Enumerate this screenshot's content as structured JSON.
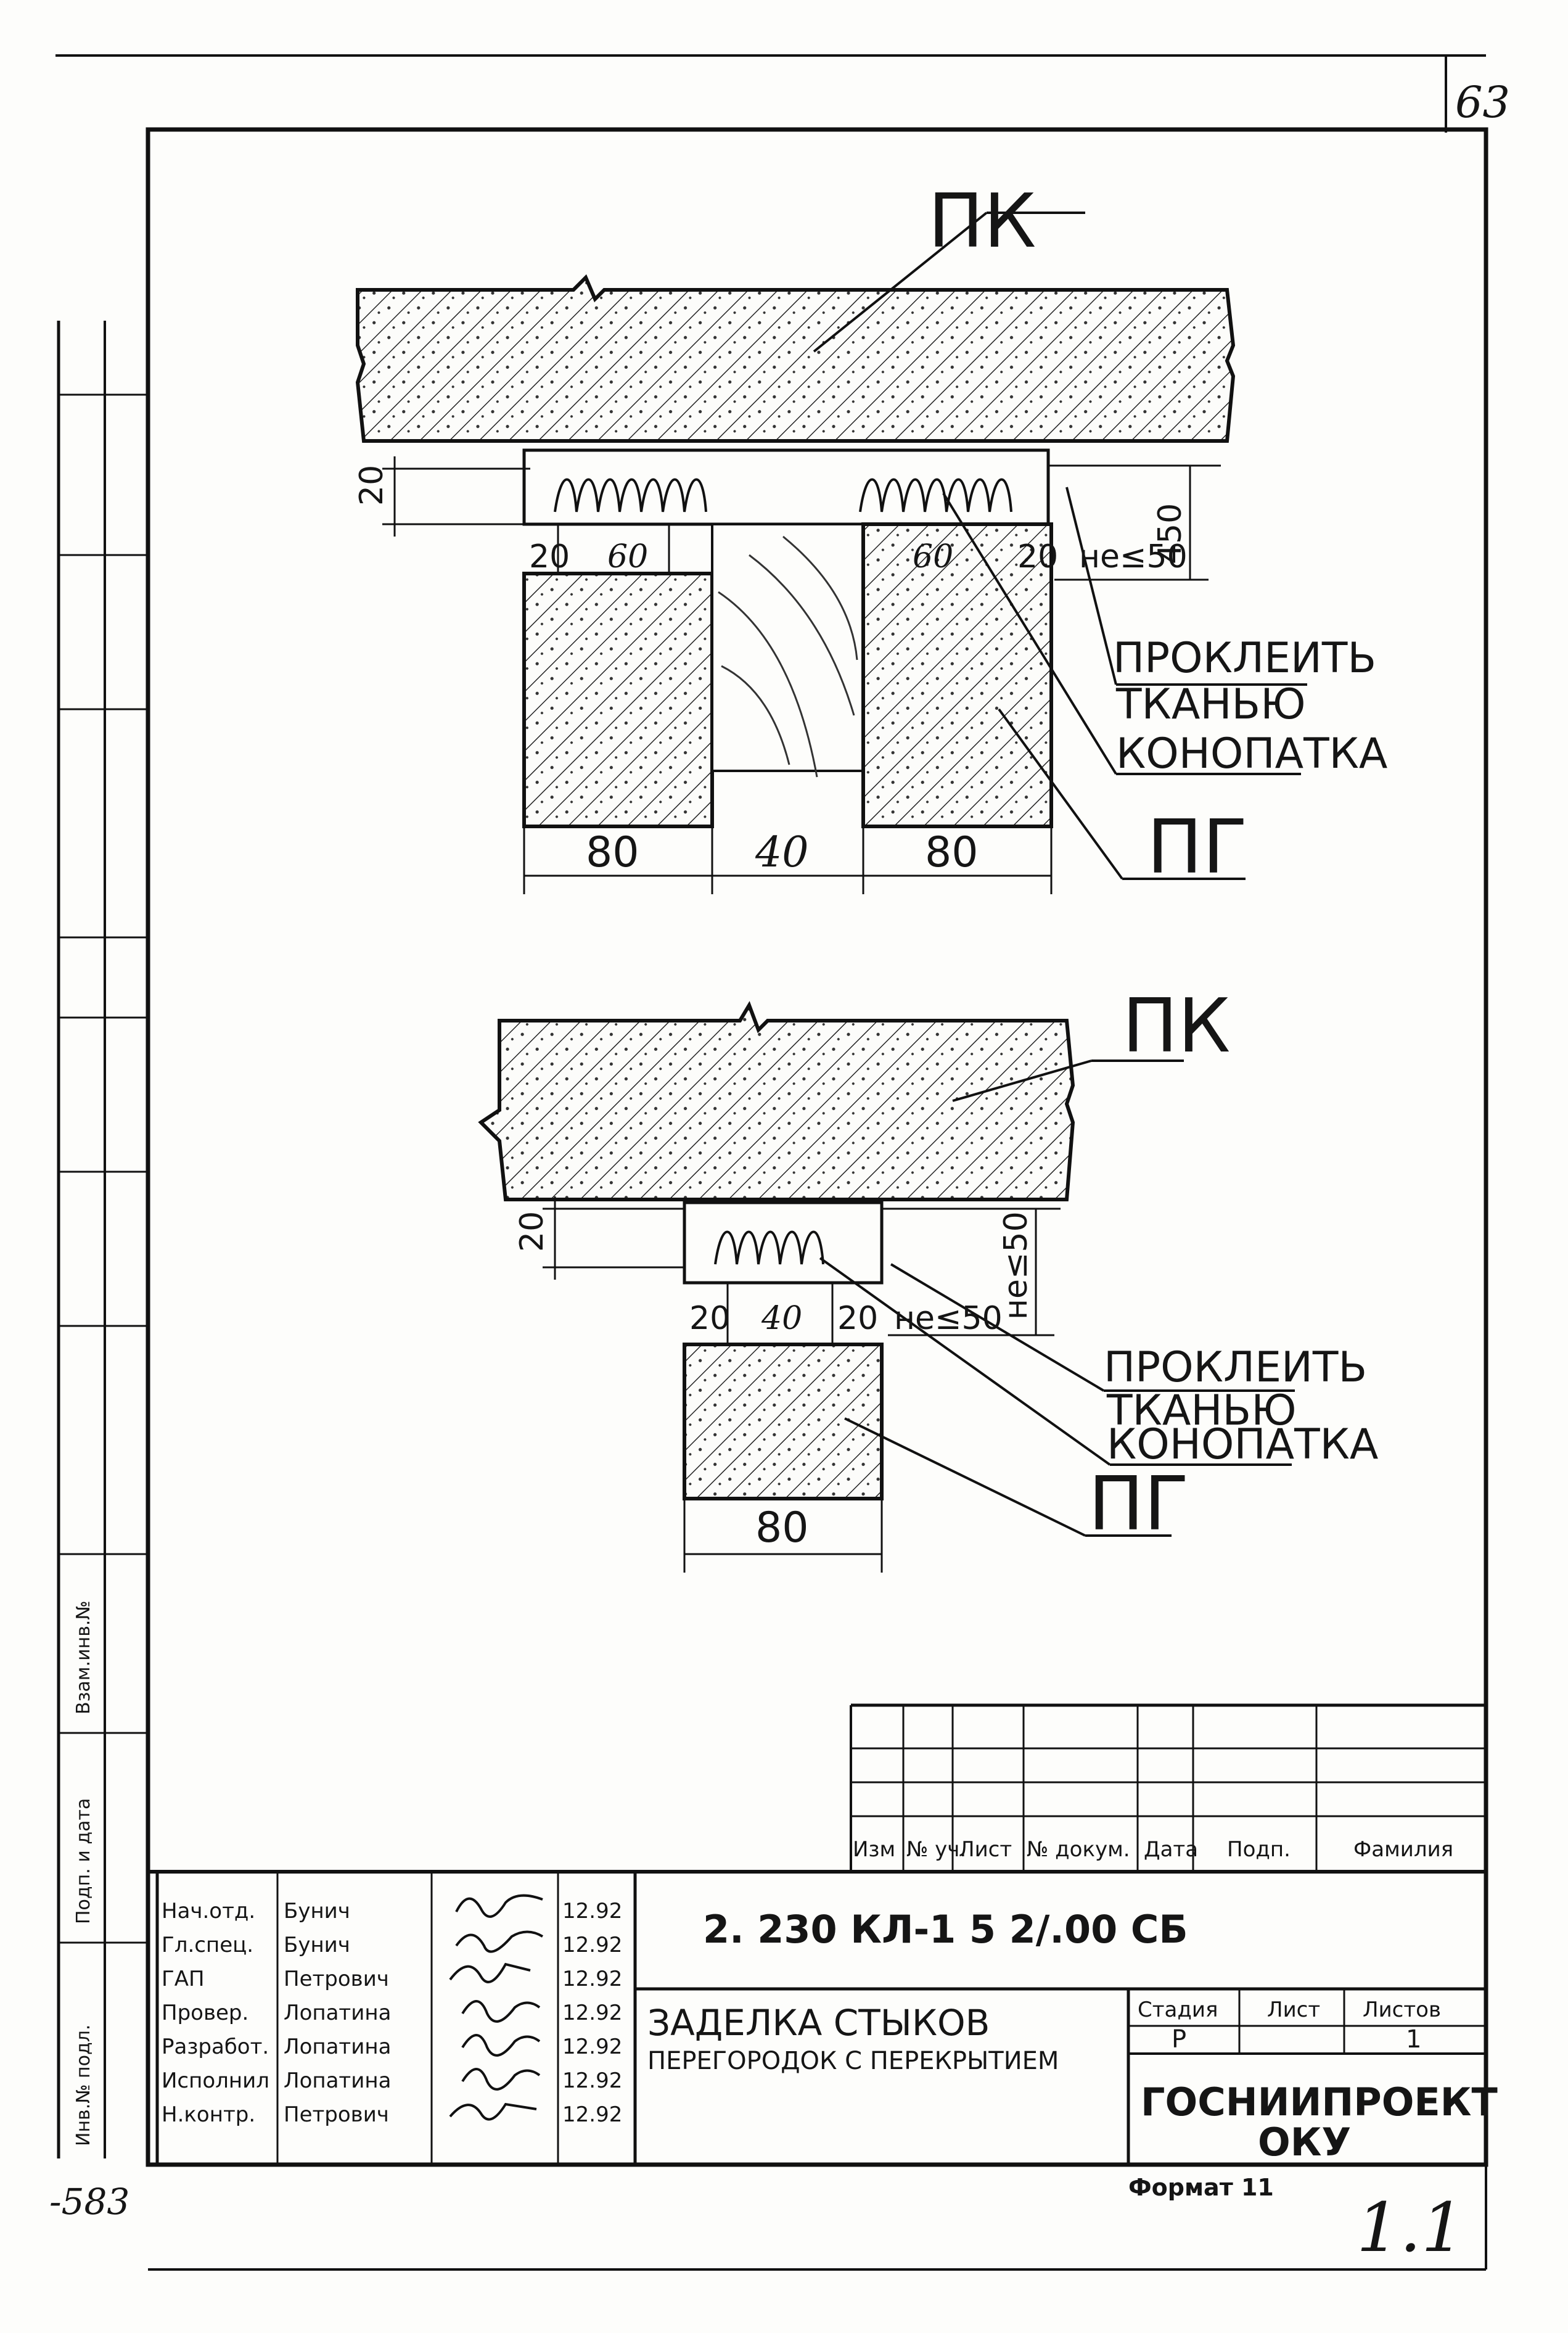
{
  "page_number": "63",
  "bottom_left_number": "-583",
  "bottom_right_mark": "1.1",
  "format_label": "Формат 11",
  "side_stamp": [
    "Взам.инв.№",
    "Подп. и дата",
    "Инв.№ подл."
  ],
  "drawing1": {
    "label_top": "ПК",
    "label_bottom": "ПГ",
    "callout1": [
      "ПРОКЛЕИТЬ",
      "ТКАНЬЮ"
    ],
    "callout2": "КОНОПАТКА",
    "dim_20_left": "20",
    "dim_450": "450",
    "sub_dims": [
      "20",
      "60",
      "60",
      "20"
    ],
    "note_550": "не≤50",
    "bottom_dims": [
      "80",
      "40",
      "80"
    ]
  },
  "drawing2": {
    "label_top": "ПК",
    "label_bottom": "ПГ",
    "callout1": [
      "ПРОКЛЕИТЬ",
      "ТКАНЬЮ"
    ],
    "callout2": "КОНОПАТКА",
    "dim_20_left": "20",
    "dim_450": "не≤50",
    "sub_dims": [
      "20",
      "40",
      "20"
    ],
    "note_550": "не≤50",
    "bottom_dim": "80"
  },
  "title_block": {
    "header_cells": [
      "Изм",
      "№ уч.",
      "Лист",
      "№ докум.",
      "Дата",
      "Подп.",
      "Фамилия"
    ],
    "roles": [
      "Нач.отд.",
      "Гл.спец.",
      "ГАП",
      "Провер.",
      "Разработ.",
      "Исполнил",
      "Н.контр."
    ],
    "names": [
      "Бунич",
      "Бунич",
      "Петрович",
      "Лопатина",
      "Лопатина",
      "Лопатина",
      "Петрович"
    ],
    "dates": [
      "12.92",
      "12.92",
      "12.92",
      "12.92",
      "12.92",
      "12.92",
      "12.92"
    ],
    "code": "2. 230 КЛ-1 5   2/.00 СБ",
    "title_line1": "ЗАДЕЛКА СТЫКОВ",
    "title_line2": "ПЕРЕГОРОДОК С ПЕРЕКРЫТИЕМ",
    "stage_headers": [
      "Стадия",
      "Лист",
      "Листов"
    ],
    "stage_values": [
      "Р",
      "",
      "1"
    ],
    "org_line1": "ГОСНИИПРОЕКТ",
    "org_line2": "ОКУ"
  }
}
